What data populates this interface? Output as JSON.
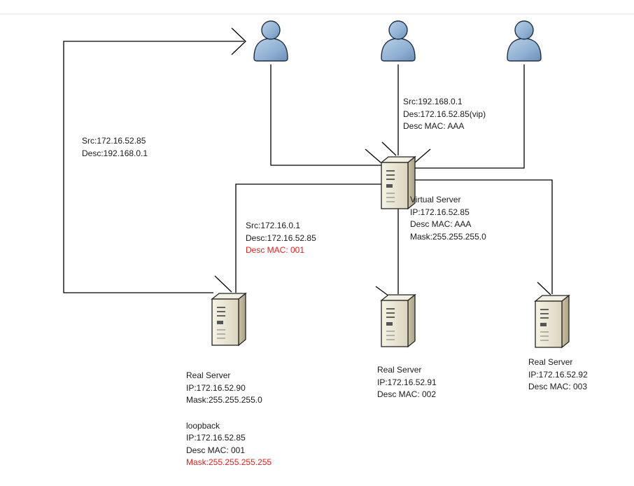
{
  "colors": {
    "line": "#000000",
    "text": "#1a1a1a",
    "highlight": "#e02020",
    "user_fill": "#8fb0d3",
    "server_fill": "#eeeadc"
  },
  "icons": {
    "user": "user-icon",
    "server": "server-icon"
  },
  "labels": {
    "client_to_vs": {
      "src": "Src:192.168.0.1",
      "des": "Des:172.16.52.85(vip)",
      "mac": "Desc MAC: AAA"
    },
    "response": {
      "src": "Src:172.16.52.85",
      "desc": "Desc:192.168.0.1"
    },
    "vs_to_rs": {
      "src": "Src:172.16.0.1",
      "desc": "Desc:172.16.52.85",
      "mac": "Desc MAC: 001"
    },
    "virtual_server": {
      "title": "Virtual Server",
      "ip": "IP:172.16.52.85",
      "mac": "Desc MAC: AAA",
      "mask": "Mask:255.255.255.0"
    },
    "real_server_1": {
      "title": "Real Server",
      "ip": "IP:172.16.52.90",
      "mask": "Mask:255.255.255.0",
      "loopback_title": "loopback",
      "loopback_ip": "IP:172.16.52.85",
      "loopback_mac": "Desc MAC: 001",
      "loopback_mask": "Mask:255.255.255.255"
    },
    "real_server_2": {
      "title": "Real  Server",
      "ip": "IP:172.16.52.91",
      "mac": "Desc MAC: 002"
    },
    "real_server_3": {
      "title": "Real  Server",
      "ip": "IP:172.16.52.92",
      "mac": "Desc MAC: 003"
    }
  }
}
